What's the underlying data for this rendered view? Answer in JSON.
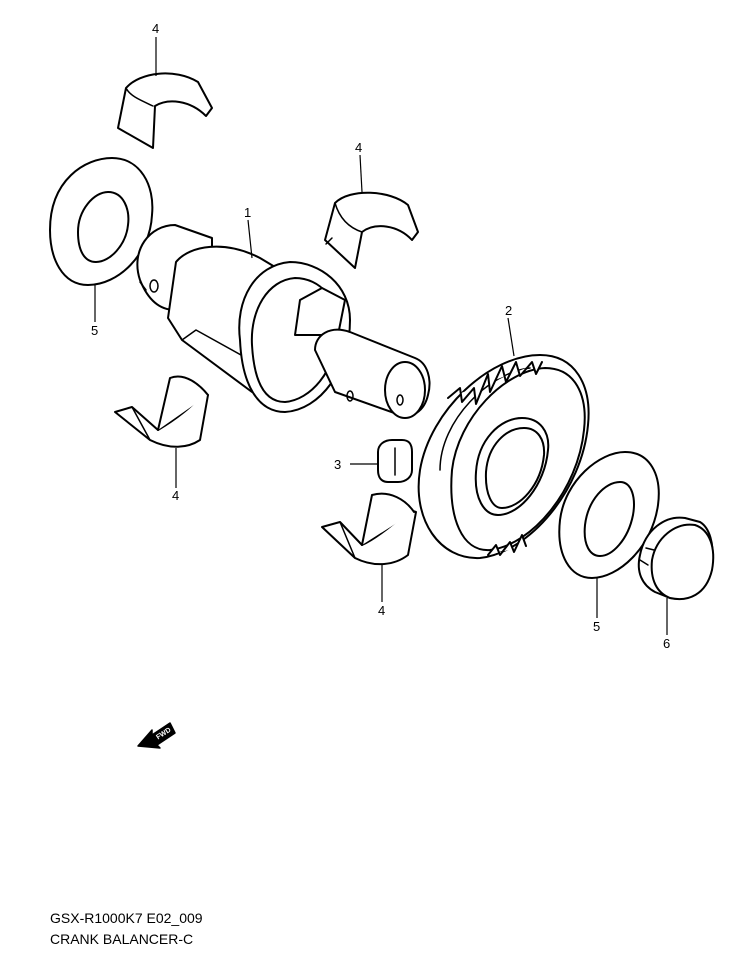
{
  "callouts": {
    "c1": "1",
    "c2": "2",
    "c3": "3",
    "c4a": "4",
    "c4b": "4",
    "c4c": "4",
    "c4d": "4",
    "c5a": "5",
    "c5b": "5",
    "c6": "6"
  },
  "fwd_label": "FWD",
  "caption": {
    "code": "GSX-R1000K7 E02_009",
    "title": "CRANK BALANCER-C"
  }
}
